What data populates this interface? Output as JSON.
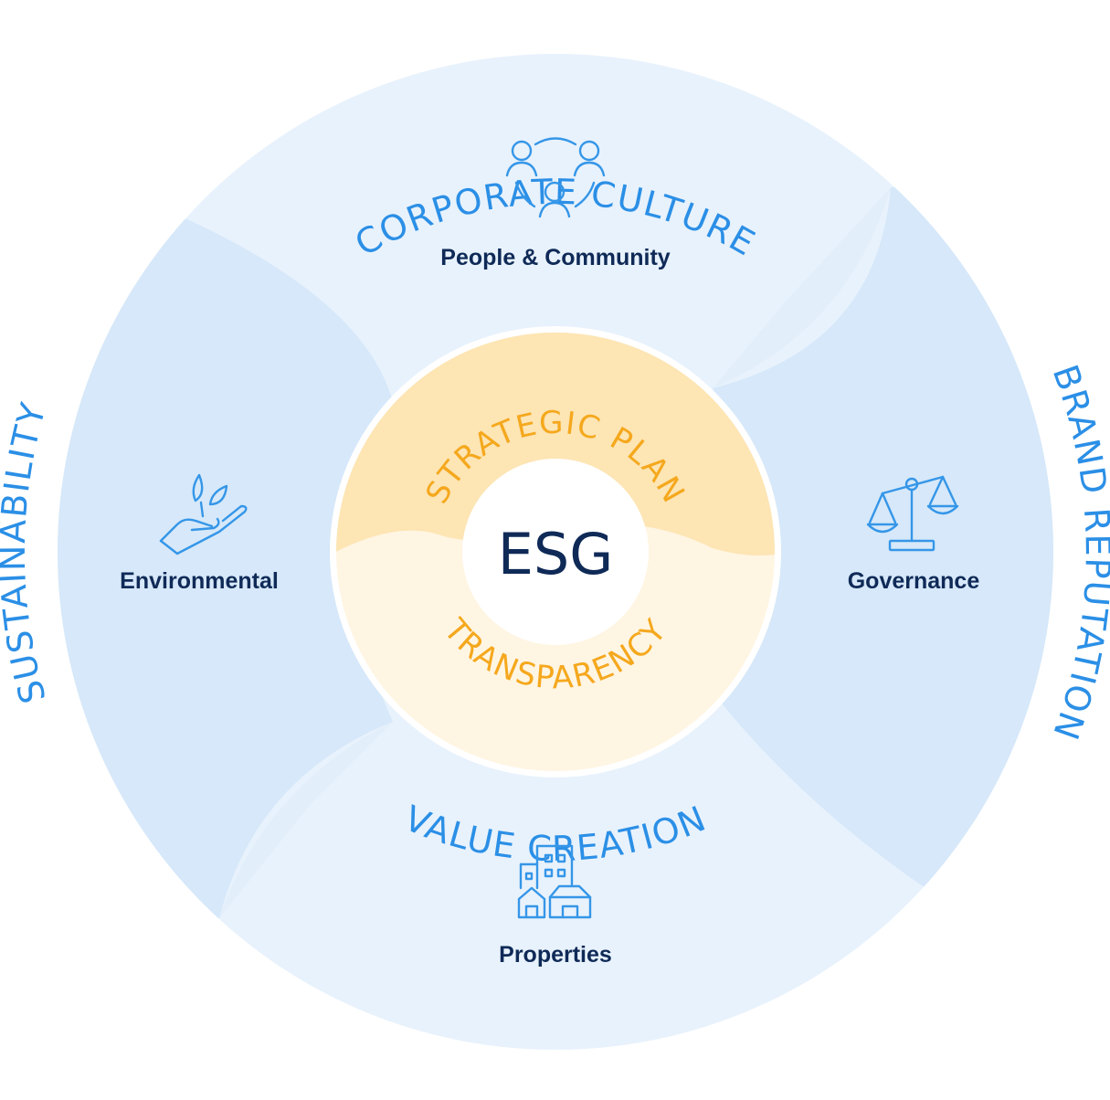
{
  "colors": {
    "outer_ring_light": "#e8f2fc",
    "side_segments": "#d6e8f9",
    "outer_text": "#2b8fe6",
    "icon_stroke": "#3596e8",
    "label_text": "#0f2a57",
    "inner_top": "#fde5b4",
    "inner_bottom": "#fff5e3",
    "inner_text": "#f5a81d",
    "center_text": "#0f2a57"
  },
  "outer_labels": {
    "top": "CORPORATE CULTURE",
    "right": "BRAND REPUTATION",
    "bottom": "VALUE CREATION",
    "left": "SUSTAINABILITY"
  },
  "pillars": {
    "top": {
      "label": "People & Community",
      "icon": "people-community-icon"
    },
    "left": {
      "label": "Environmental",
      "icon": "hand-plant-icon"
    },
    "right": {
      "label": "Governance",
      "icon": "scales-icon"
    },
    "bottom": {
      "label": "Properties",
      "icon": "buildings-icon"
    }
  },
  "inner_ring": {
    "top": "STRATEGIC PLAN",
    "bottom": "TRANSPARENCY"
  },
  "center": {
    "label": "ESG"
  }
}
